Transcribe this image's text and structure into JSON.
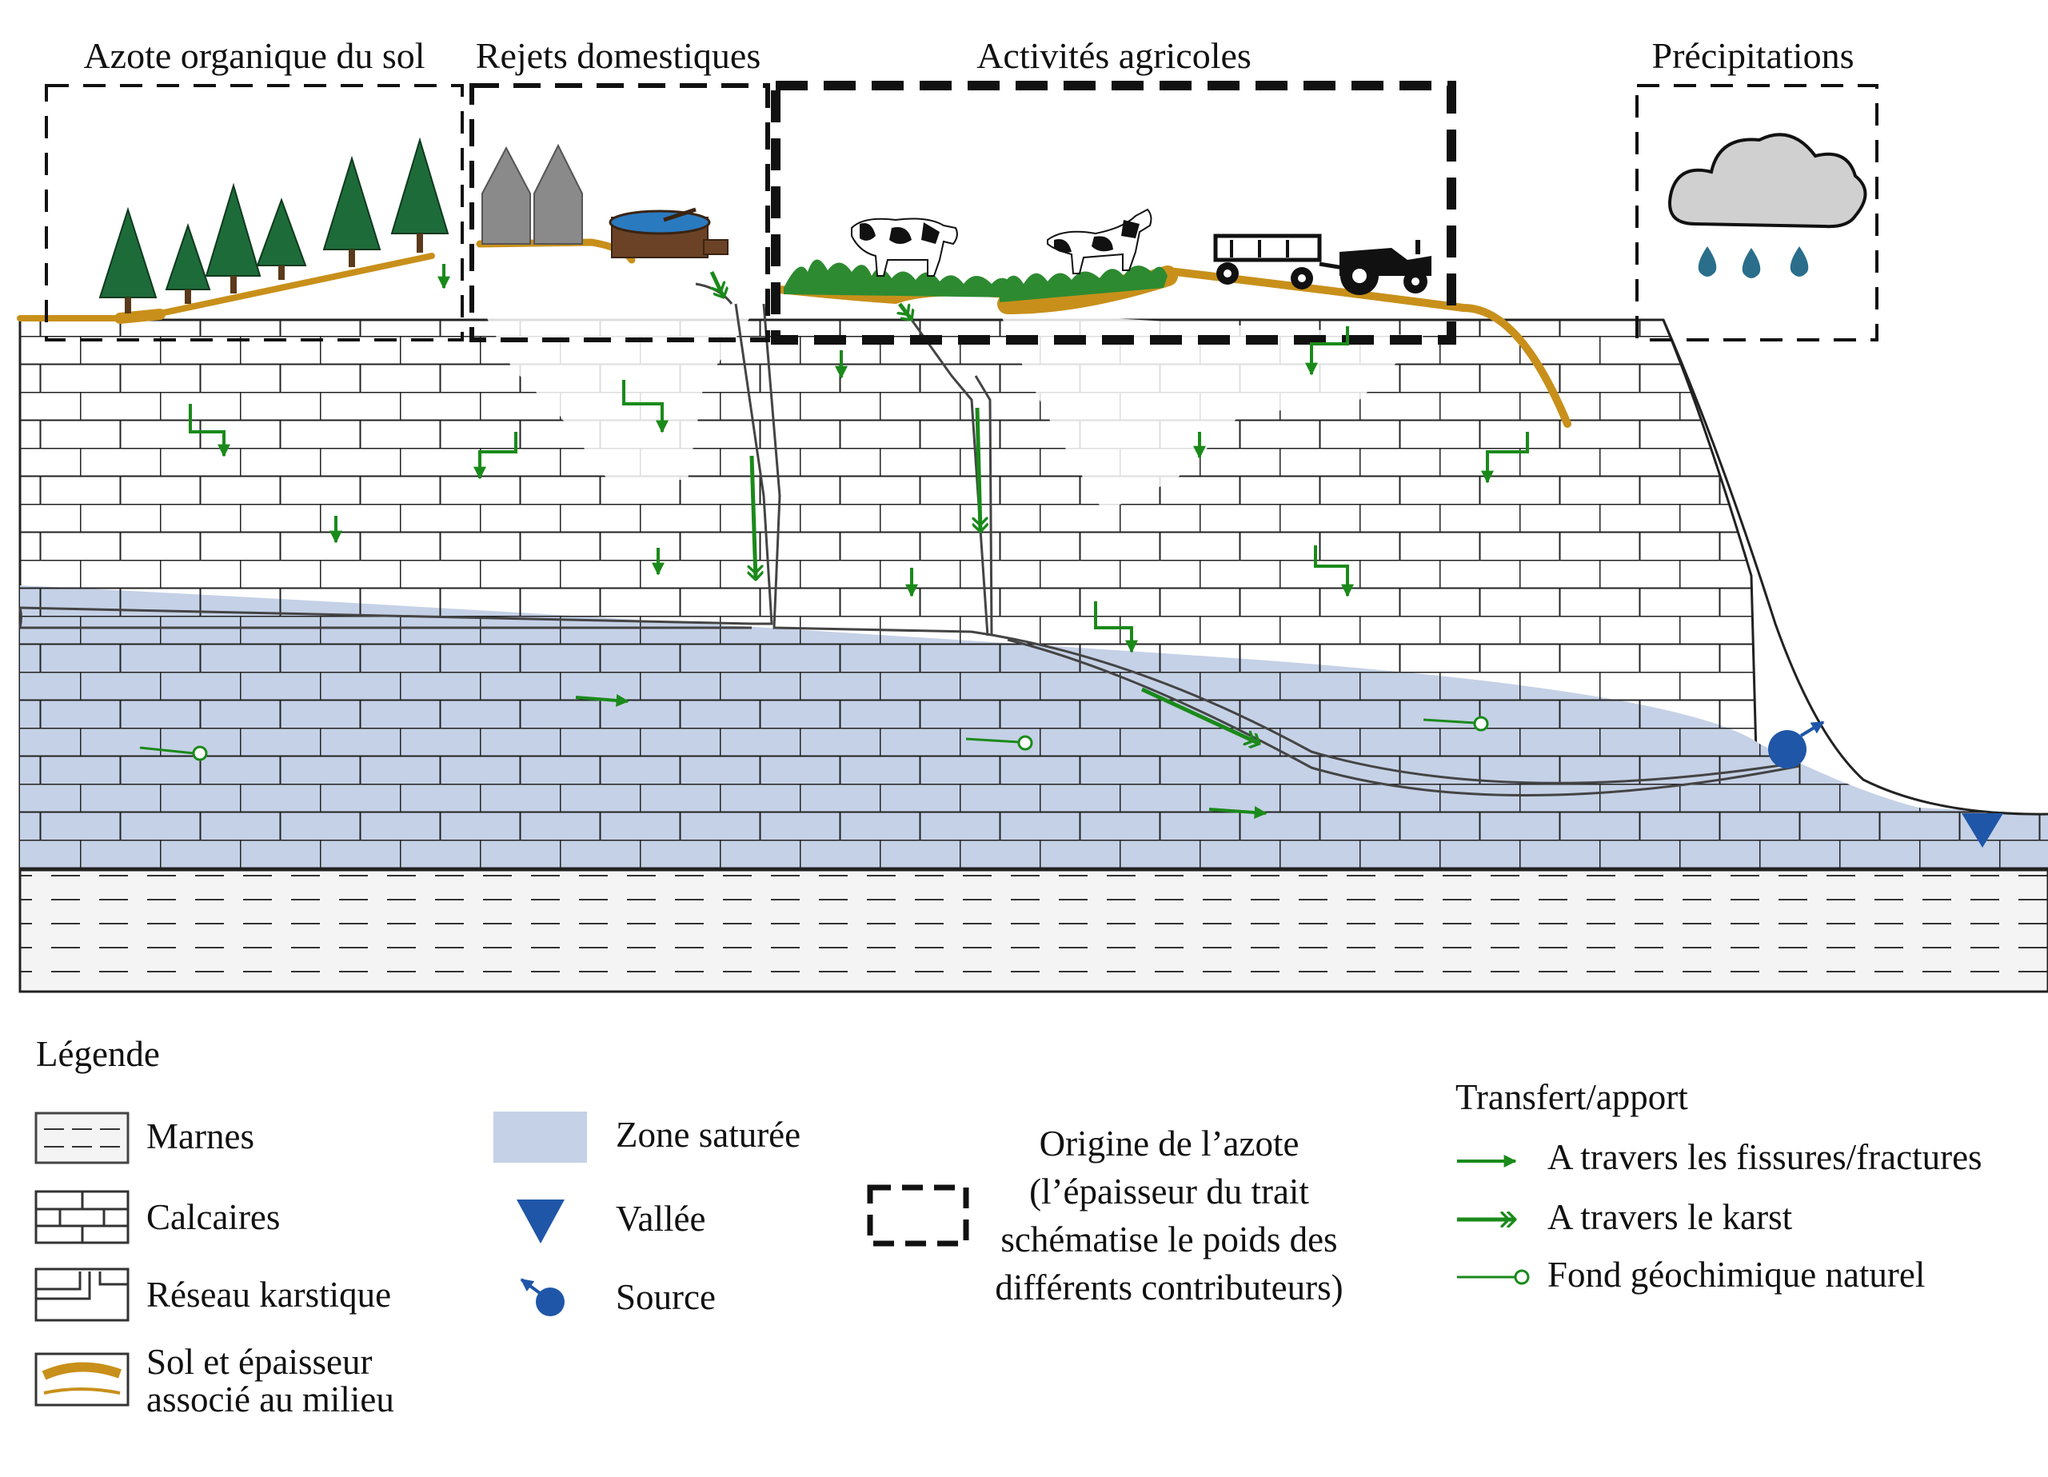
{
  "sources": {
    "soil_organic": "Azote organique du sol",
    "domestic": "Rejets domestiques",
    "agriculture": "Activités agricoles",
    "precipitation": "Précipitations"
  },
  "legend": {
    "title": "Légende",
    "marls": "Marnes",
    "limestone": "Calcaires",
    "karst": "Réseau karstique",
    "soil_line1": "Sol et épaisseur",
    "soil_line2": "associé au milieu",
    "saturated": "Zone saturée",
    "valley": "Vallée",
    "spring": "Source",
    "origin_line1": "Origine de l’azote",
    "origin_line2": "(l’épaisseur du trait",
    "origin_line3": "schématise le poids des",
    "origin_line4": "différents contributeurs)",
    "transfer_title": "Transfert/apport",
    "transfer_fissures": "A travers les fissures/fractures",
    "transfer_karst": "A travers le karst",
    "transfer_background": "Fond géochimique naturel"
  },
  "colors": {
    "green": "#1a8a1a",
    "soil": "#c8901a",
    "saturated": "#c5d1e6",
    "blue_mark": "#1f56a8",
    "tree": "#1e6b3a",
    "water": "#2a6e8c"
  }
}
